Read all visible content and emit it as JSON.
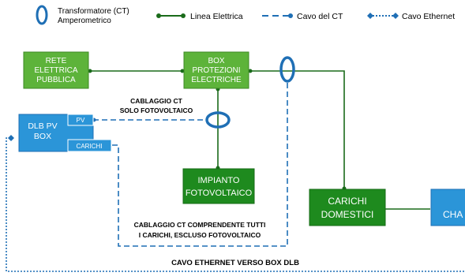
{
  "legend": {
    "ct_line1": "Transformatore (CT)",
    "ct_line2": "Amperometrico",
    "power_line": "Linea Elettrica",
    "ct_cable": "Cavo del CT",
    "ethernet_cable": "Cavo Ethernet"
  },
  "nodes": {
    "public_grid": [
      "RETE",
      "ELETTRICA",
      "PUBBLICA"
    ],
    "protection_box": [
      "BOX",
      "PROTEZIONI",
      "ELECTRICHE"
    ],
    "pv_plant": [
      "IMPIANTO",
      "FOTOVOLTAICO"
    ],
    "household_loads": [
      "CARICHI",
      "DOMESTICI"
    ],
    "charger": "CHA",
    "dlb": [
      "DLB PV",
      "BOX"
    ],
    "dlb_pv_port": "PV",
    "dlb_loads_port": "CARICHI"
  },
  "annotations": {
    "ct_pv_only": [
      "CABLAGGIO CT",
      "SOLO FOTOVOLTAICO"
    ],
    "ct_all_loads": [
      "CABLAGGIO CT COMPRENDENTE TUTTI",
      "I CARICHI, ESCLUSO FOTOVOLTAICO"
    ],
    "ethernet_label": "CAVO ETHERNET VERSO BOX DLB"
  },
  "colors": {
    "green_box": "#5db33a",
    "green_dark_box": "#1e8a1e",
    "green_line": "#1a6b1a",
    "blue_box": "#2b95d8",
    "blue_line": "#1f6fb5",
    "ct_ring": "#1f6fb5"
  }
}
